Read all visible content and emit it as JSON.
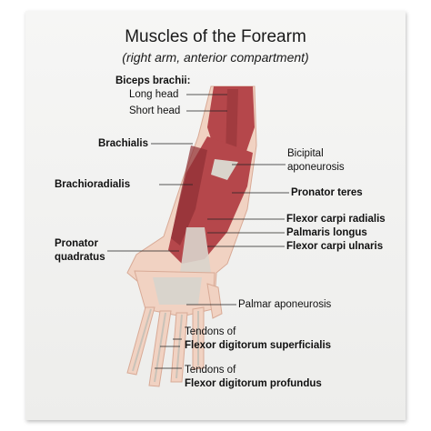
{
  "title": "Muscles of the Forearm",
  "subtitle": "(right arm, anterior compartment)",
  "labels": {
    "biceps_brachii": "Biceps brachii:",
    "long_head": "Long head",
    "short_head": "Short head",
    "brachialis": "Brachialis",
    "brachioradialis": "Brachioradialis",
    "pronator_quadratus_1": "Pronator",
    "pronator_quadratus_2": "quadratus",
    "bicipital_aponeurosis_1": "Bicipital",
    "bicipital_aponeurosis_2": "aponeurosis",
    "pronator_teres": "Pronator teres",
    "flexor_carpi_radialis": "Flexor carpi radialis",
    "palmaris_longus": "Palmaris longus",
    "flexor_carpi_ulnaris": "Flexor carpi ulnaris",
    "palmar_aponeurosis": "Palmar aponeurosis",
    "tendons_superficialis_1": "Tendons of",
    "tendons_superficialis_2": "Flexor digitorum superficialis",
    "tendons_profundus_1": "Tendons of",
    "tendons_profundus_2": "Flexor digitorum profundus"
  },
  "colors": {
    "muscle": "#b5474b",
    "muscle_dark": "#8e2f34",
    "tendon": "#d9d4cc",
    "skin": "#f1d2c2",
    "leader_line": "#222222"
  }
}
